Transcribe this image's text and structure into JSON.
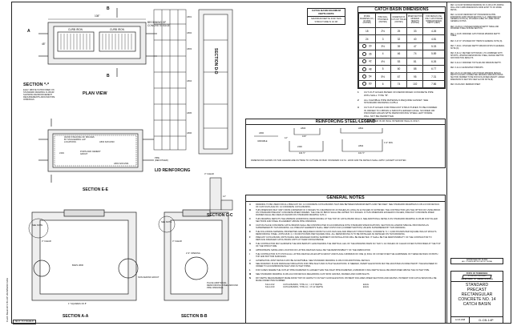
{
  "margin_text": "Catch Basins\\P-CB-14P 2020/09/29 GDH",
  "plan_view": {
    "title": "PLAN VIEW",
    "dim_length": "108\"",
    "dim_width": "48\"",
    "grate_labels": [
      "CURB IRON",
      "CURB IRON"
    ],
    "callout": "BEGINNING OF CONCRETE EDGE",
    "cut_marks": [
      "A",
      "B",
      "B"
    ]
  },
  "section_star": {
    "title": "SECTION *-*",
    "note": "ELEV. ABOVE IS PROVIDED ON STANDARD DRAWING D-CB-9R SHOWING REINFORCEMENT REQUIREMENTS AROUND PIPE OPENINGS"
  },
  "section_ee": {
    "title": "SECTION E-E",
    "labels": [
      "AVOID STACKING OF SPLICES BY STAGGERING LAP LOCATIONS",
      "A503 S/W H503",
      "PORTLAND CEMENT GROUT",
      "L503",
      "A503 S/W H501",
      "PIPE (REF/OTHER)"
    ]
  },
  "lid": {
    "title": "LID REINFORCING",
    "bars": [
      "A501",
      "A502",
      "A503",
      "A504",
      "A505",
      "A506"
    ]
  },
  "section_dd": {
    "title": "SECTION D-D"
  },
  "section_cc": {
    "title": "SECTION C-C",
    "labels": [
      "3\" CLEAR",
      "12\""
    ]
  },
  "section_aa": {
    "title": "SECTION A-A",
    "labels": [
      "SEE NOTE",
      "1\" SQUARES OF 8\"",
      "BARS H500",
      "3\" CLEAR",
      "NON-SHRINK GROUT"
    ]
  },
  "section_bb": {
    "title": "SECTION B-B",
    "labels": [
      "SEE NOTE",
      "3\" CLEAR",
      "2'-6\" OPENING",
      "PLACE ADDITIONAL REINFORCING STEEL AROUND PIPE OPENINGS"
    ]
  },
  "depth_note": {
    "title": "CATCH BASIN MAXIMUM DEPTH NOTE",
    "text": "MAXIMUM DEPTH FOR THIS STRUCTURE IS 10.00'"
  },
  "dimensions_table": {
    "title": "CATCH BASIN DIMENSIONS",
    "headers": [
      "INSIDE DIAMETER (I.D.) OF PIPE (INCHES)",
      "PIPE WALL THICKNESS (INCHES)",
      "DIAMETER OF CUT-OUT HOLES (INCHES)",
      "RISER SECTION MINIMUM HEIGHTS (INCHES)",
      "FOR DESIGN USE ONLY CATCH BASIN MINIMUM DESIGN DEPTH (FEET)"
    ],
    "rows": [
      [
        "18",
        "2½",
        "25",
        "33",
        "4.26"
      ],
      [
        "24",
        "3",
        "32",
        "40",
        "4.81"
      ],
      [
        "30",
        "3½",
        "39",
        "47",
        "5.33"
      ],
      [
        "36",
        "4",
        "46",
        "74",
        "5.89"
      ],
      [
        "42",
        "4½",
        "53",
        "81",
        "6.26"
      ],
      [
        "48",
        "5",
        "60",
        "88",
        "6.77"
      ],
      [
        "54",
        "5½",
        "67",
        "95",
        "7.31"
      ],
      [
        "60",
        "6",
        "74",
        "102",
        "7.86"
      ]
    ],
    "flagged_rows": [
      "30",
      "36",
      "42",
      "48",
      "54",
      "60"
    ],
    "notes": [
      {
        "n": "1",
        "text": "CUT-OUT HOLES BASED ON REINFORCED CONCRETE PIPE WITH WALL TYPE \"B\"."
      },
      {
        "n": "2",
        "text": "ALL FLEXIBLE PIPE MATERIALS REQUIRE GASKET. SEE STANDARD DRAWING D-PB-4."
      },
      {
        "n": "3",
        "text": "CUT-OUT HOLES FOR PRECAST STRUCTURES TO BE FORMED IN ORDER TO OBTAIN A SMOOTH-EDGED HOLE. SCORED OR KNOCKED HOLES WITH REINFORCING STEEL LEFT INSIDE WILL NOT BE PERMITTED."
      },
      {
        "n": "4",
        "text": "TO BE USED IN 96 INCH INTERIOR WALLS ONLY."
      }
    ]
  },
  "steel_legend": {
    "title": "REINFORCING STEEL LEGEND",
    "bars": [
      "H500",
      "H501",
      "L500",
      "H502",
      "A500"
    ],
    "dims": [
      "100\"",
      "104 ½\"",
      "101 ½\"",
      "4'-3\" MIN.",
      "VARIABLE",
      "12\""
    ],
    "footer": "DIMENSIONS SHOWN ON THIS LEGEND ARE OUTSIDE TO OUTSIDE OF BAR. STANDARD C.R.S.I. HOOK AND TIE DETAILS SHALL APPLY, EXCEPT AS NOTED."
  },
  "general_notes": {
    "title": "GENERAL NOTES",
    "items": [
      {
        "n": "A",
        "text": "DRAWING TO BE USED FOR ALL PRECAST NO. 14 CONCRETE CATCH BASINS THAT ARE BETWEEN MINIMUM DEPTH AND TEN FEET. SEE STANDARD DRAWINGS D-CB-14 FOR DETAILS OF CAST-IN-PLACE NO. 14 CONCRETE CATCH BASINS."
      },
      {
        "n": "B",
        "text": "THIS DIMENSION MAY VARY FROM A MINIMUM OF 0 INCHES TO A MAXIMUM OF 20 INCHES AS LONG AS 22 INCHES IS SATISFIED. THE CONTRACTOR HAS THE OPTION OF USING BRICK ON STANDARD PRECAST CONCRETE RISER FRAMES. THE USE OF BRICK SHALL BE LIMITED TO 6 INCHES. IF THIS DIMENSION EXCEEDS 6 INCHES, PRECAST CONCRETE RISER FRAMES SHALL BE USED AS SHOWN ON STANDARD DRAWING S-PF-1."
      },
      {
        "n": "C",
        "text": "THIS DRAWING DEPICTS THE MINIMUM HORIZONTAL REINFORCING AT THE TOP OF CATCH BASIN WALLS. SEE ADDITIONAL DETAILS ON STANDARD DRAWING D-CB-9R FOR TALLER SECTIONS AND STEEL PLACEMENT ABOVE PIPE OPENINGS."
      },
      {
        "n": "D",
        "text": "CAST-IN-PLACE CONCRETE CATCH BASINS SHALL BE CONSTRUCTED IN ACCORDANCE WITH STANDARD SPECIFICATIONS, SECTION 611 AND/OR SPECIAL PROVISIONS AS SUPERSEDED BY THIS DRAWING. ALL PRECAST ELEMENTS SHALL MEET ASTM C913 (CURRENT EDITION) UNLESS SUPERSEDED BY THIS DRAWING."
      },
      {
        "n": "E",
        "text": "THE FOLLOWING MATERIAL PROPERTIES ARE REQUIRED FOR BOTH CAST-IN-PLACE AND PRECAST STRUCTURES. CONCRETE: f'c = 4,000 POUNDS PER SQUARE INCH AT 28 DAYS. REINFORCING STEEL: ASTM A615, fy = 60,000 POUNDS PER SQUARE INCH. ALL REINFORCING IS TO BE INSTALLED AS DETAILED ON THIS DRAWING."
      },
      {
        "n": "F",
        "text": "PRECAST CATCH BASIN UNITS WHICH ARE DAMAGED DURING SHIPMENT OR INSTALLATION WILL BE REJECTED. IT SHALL BE THE RESPONSIBILITY OF THE CONTRACTOR TO REPLACE DAMAGED CATCH BASIN UNITS AT THEIR OWN EXPENSE."
      },
      {
        "n": "G",
        "text": "THE CONTRACTOR MAY ELIMINATE THE A503 BARS BY LENGTHENING THE VERTICAL LEG OF THE H500/H501 BARS SO THAT 1 1/2 INCHES OF CLEAR COVER IS PROVIDED AT THE TOP OF THE STRUCTURE."
      },
      {
        "n": "H",
        "text": "APPROPRIATE SIZING AND LOCATION OF LIFTING DEVICES SHALL BE THE RESPONSIBILITY OF THE FABRICATOR."
      },
      {
        "n": "I",
        "text": "THE CONTRACTOR IS TO PATCH ALL LIFTING DEVICE HOLES WITH GROUT AND PLACE A MINIMUM OF ONE (1) INCH OF COVER OVER THE HARDWARE OF THESE DEVICES ON BOTH TOP AND BOTTOM SURFACES."
      },
      {
        "n": "J",
        "text": "ALTERNATIVE JOINT DETAILS MAY BE ACCEPTABLE. SEE STANDARD DRAWING D-CB-9 FOR ADDITIONAL DETAILS."
      },
      {
        "n": "K",
        "text": "SEE ROADWAY PLANS DRAINAGE TABULATION FOR PIPE INLET AND OUTLET ELEVATIONS. IF NEEDED, INVERT ELEVATIONS MAY BE ADJUSTED AS DIRECTED BY THE ENGINEER IN ORDER TO ACCOMMODATE INLET AND OUTLET PIPES."
      },
      {
        "n": "L",
        "text": "FOR CASES WHERE THE OUTLET PIPE DIAMETER IS LARGER THAN THE INLET PIPE DIAMETER, A MINIMUM 6 INCH DEPTH SHALL BE MAINTAINED ABOVE THE OUTLET PIPE."
      },
      {
        "n": "M",
        "text": "SEE STANDARD DRAWING D-CB-12A FOR DETAILS REGARDING CAST IRON GRATES, FRAMES AND CURB INLETS."
      },
      {
        "n": "N",
        "text": "PAY DEPTH MEASUREMENT MADE FROM TOP OF GRATE TO OUTLET FLOW ELEVATION. PAYMENT INCLUDES RISER SECTIONS AND GRATES. PAYMENT FOR CATCH BASIN WILL BE MADE UNDER ITEM NUMBER:"
      }
    ],
    "pay_items": [
      {
        "item": "611-14.02",
        "desc": "CATCH BASINS, TYPE 14, > 4'-0\" DEPTH",
        "unit": "EACH"
      },
      {
        "item": "611-14.03",
        "desc": "CATCH BASINS, TYPE 14, > 8'-12' DEPTH",
        "unit": "EACH"
      }
    ]
  },
  "revisions": [
    "REV. 12-19-98: MODIFIED DRAWING NO. D-CB-14 BY ADDING WALL AND CURB DIMENSIONS FROM EXIST TO DO MORE DETAIL.",
    "REV. 12-18-98: REMOVED 5-B\" PROGRESSIVE PIPE EXPANSION JOINT FROM SECTION \"A-A\". REMOVED OLD GENERAL NOTE (B). CHANGED LABEL OF LABEL FROM GENERAL NOTES.",
    "REV. 10-25-01: CHANGED MINIMUM DEPTH TABLE AND MODIFIED STEEL IN BASE SECTION.",
    "REV. 1-19-05: MODIFIED CATCH BASIN MINIMUM DEPTH TABLE.",
    "REV. 3-27-07: CHANGED PAY ITEMS IN GENERAL NOTE (N).",
    "REV. 7-29-11: CHANGED DEPTH SPECIFICATION IN GENERAL NOTE (N).",
    "REV. 8-01-12: REVISED WITH BASIN 1-TO-COMBINED WITH SHORTS, UPDATED REINFORCING STEEL, DESIGN DEPTHS AND DRAFTING RESULTS.",
    "REV. 9-24-13: MODIFIED TOP SLAB AND MINIMUM DEPTH.",
    "REV. 3-11-14: ELIMINATED STIRRUPS.",
    "REV. 06-15-16: REVISED CATCH BASIN MINIMUM DESIGN DEPTH COLUMN. CORRECTED DRAWING SPECIFICATIONS SECTION NUMBER TO BE FOR NON-JOINED WEIGHT. ADDED DIMENSION IN SECTION VIEW AA FOR NOTE (B).",
    "REV. 09-29-2020: REDREW SHEET."
  ],
  "approval": {
    "text": "APPROVED BY FHWA",
    "sub": "(ALL OTHERS APPROVED BY FHWA)"
  },
  "title_block": {
    "agency_top": "STATE OF TENNESSEE",
    "agency_badge": "STANDARD DRAWING",
    "agency_bottom": "DEPARTMENT OF TRANSPORTATION",
    "title_lines": [
      "STANDARD",
      "PRECAST",
      "RECTANGULAR",
      "CONCRETE NO. 14",
      "CATCH BASIN"
    ],
    "date": "12-03-1998",
    "drawing_no": "D-CB-14P"
  },
  "scale": "NOT TO SCALE"
}
